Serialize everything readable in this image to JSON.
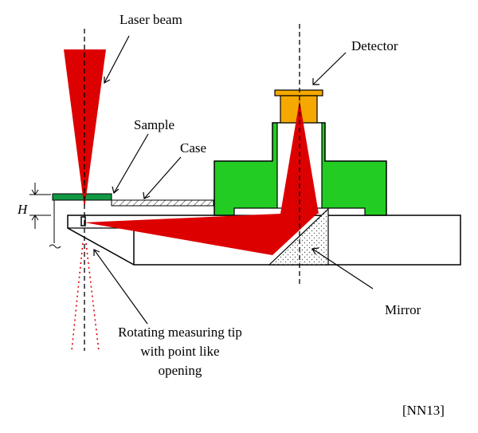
{
  "labels": {
    "laser_beam": "Laser beam",
    "detector": "Detector",
    "sample": "Sample",
    "case": "Case",
    "height": "H",
    "mirror": "Mirror",
    "tip_line1": "Rotating measuring tip",
    "tip_line2": "with point like",
    "tip_line3": "opening",
    "reference": "[NN13]"
  },
  "colors": {
    "laser": "#dd0000",
    "detector": "#f5a800",
    "housing": "#22cc22",
    "sample": "#119944",
    "outline": "#000000"
  }
}
